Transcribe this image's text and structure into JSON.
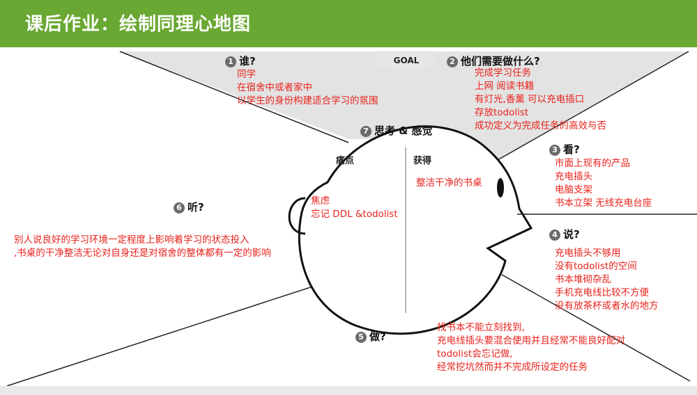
{
  "title": "课后作业：绘制同理心地图",
  "goal_label": "GOAL",
  "sections": {
    "who": {
      "num": "1",
      "label": "谁?",
      "notes": [
        "同学",
        "在宿舍中或者家中",
        " 以学生的身份构建适合学习的氛围"
      ]
    },
    "do_needs": {
      "num": "2",
      "label": "他们需要做什么?",
      "notes": [
        "完成学习任务",
        "上网 阅读书籍",
        "有灯光,香薰 可以充电插口",
        "存放todolist",
        "成功定义为完成任务的高效与否"
      ]
    },
    "see": {
      "num": "3",
      "label": "看?",
      "notes": [
        "市面上现有的产品",
        "充电插头",
        " 电脑支架",
        " 书本立架 无线充电台座"
      ]
    },
    "say": {
      "num": "4",
      "label": "说?",
      "notes": [
        "充电插头不够用",
        "没有todolist的空间",
        "书本堆砌杂乱",
        "手机充电线比较不方便",
        "没有放茶杯或者水的地方"
      ]
    },
    "do": {
      "num": "5",
      "label": "做?",
      "notes": [
        "找书本不能立刻找到,",
        "充电线插头要混合使用并且经常不能良好配对",
        "todolist会忘记做,",
        "经常挖坑然而并不完成所设定的任务"
      ]
    },
    "hear": {
      "num": "6",
      "label": "听?",
      "notes": [
        "别人说良好的学习环境一定程度上影响着学习的状态投入",
        ",书桌的干净整洁无论对自身还是对宿舍的整体都有一定的影响"
      ]
    },
    "think_feel": {
      "num": "7",
      "label": "思考 & 感觉",
      "pains_label": "痛点",
      "gains_label": "获得",
      "pains": [
        "焦虑",
        "忘记 DDL &todolist"
      ],
      "gains": [
        "整洁干净的书桌"
      ]
    }
  },
  "colors": {
    "banner": "#69a832",
    "notes": "#e8221c",
    "wedge": "#e3e3e3",
    "outline": "#111111"
  }
}
